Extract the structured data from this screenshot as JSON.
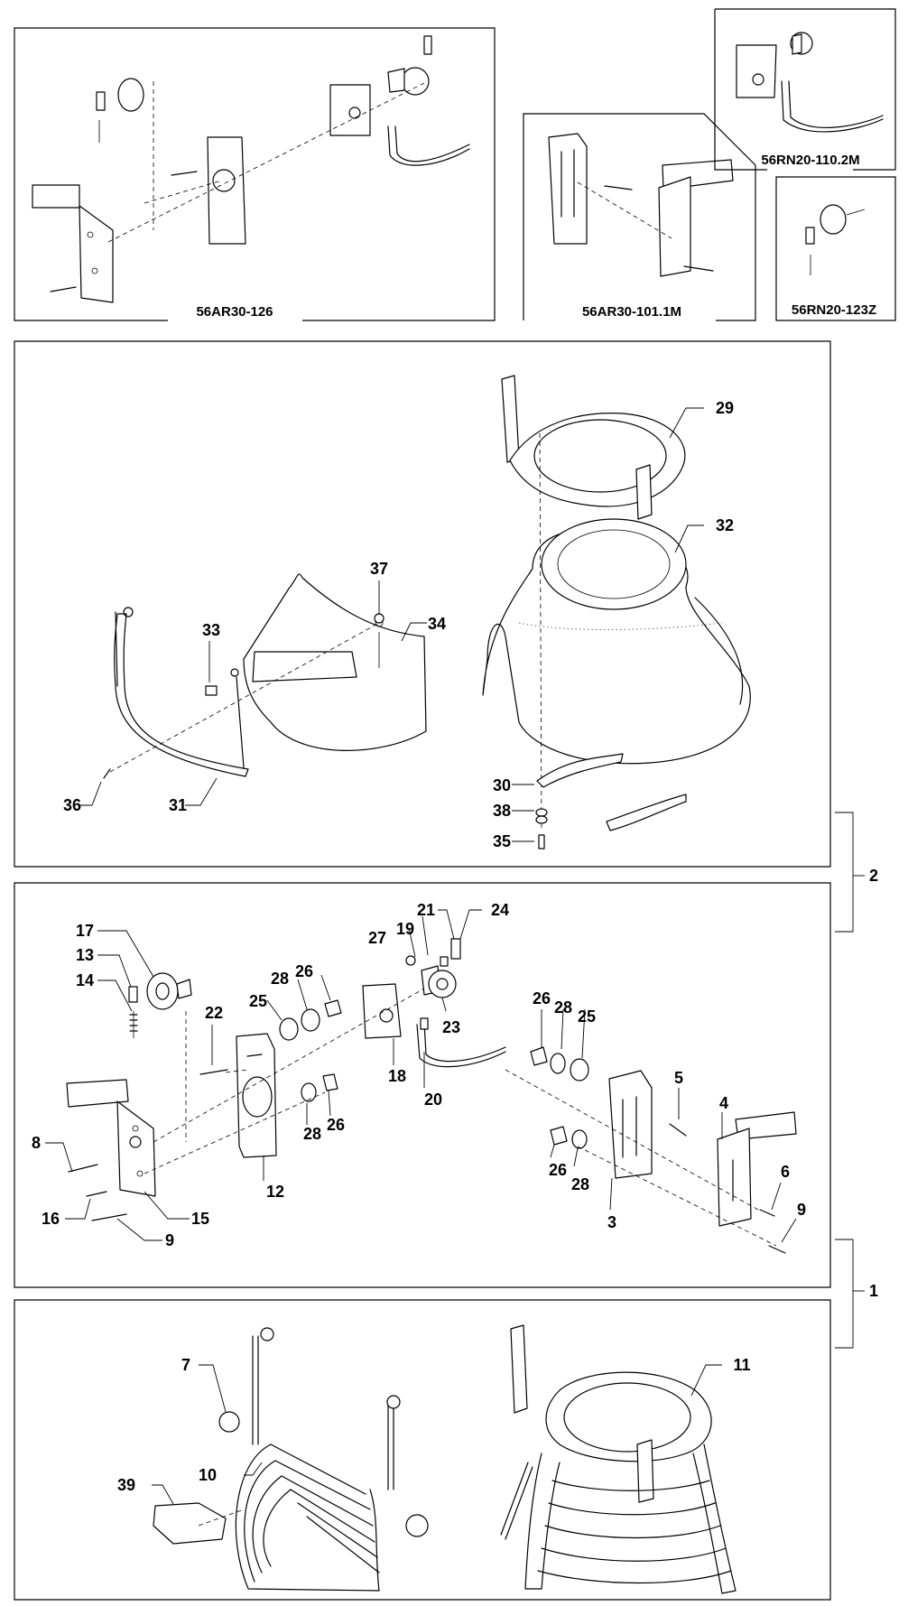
{
  "diagram": {
    "kit_labels": {
      "kit_a": "56AR30-126",
      "kit_b": "56AR30-101.1M",
      "kit_c": "56RN20-110.2M",
      "kit_d": "56RN20-123Z"
    },
    "callouts": {
      "n1": "1",
      "n2": "2",
      "n3": "3",
      "n4": "4",
      "n5": "5",
      "n6": "6",
      "n7": "7",
      "n8": "8",
      "n9a": "9",
      "n9b": "9",
      "n10": "10",
      "n11": "11",
      "n12": "12",
      "n13": "13",
      "n14": "14",
      "n15": "15",
      "n16": "16",
      "n17": "17",
      "n18": "18",
      "n19": "19",
      "n20": "20",
      "n21": "21",
      "n22": "22",
      "n23": "23",
      "n24": "24",
      "n25a": "25",
      "n25b": "25",
      "n26a": "26",
      "n26b": "26",
      "n26c": "26",
      "n26d": "26",
      "n27": "27",
      "n28a": "28",
      "n28b": "28",
      "n28c": "28",
      "n28d": "28",
      "n29": "29",
      "n30": "30",
      "n31": "31",
      "n32": "32",
      "n33": "33",
      "n34": "34",
      "n35": "35",
      "n36": "36",
      "n37": "37",
      "n38": "38",
      "n39": "39"
    }
  }
}
